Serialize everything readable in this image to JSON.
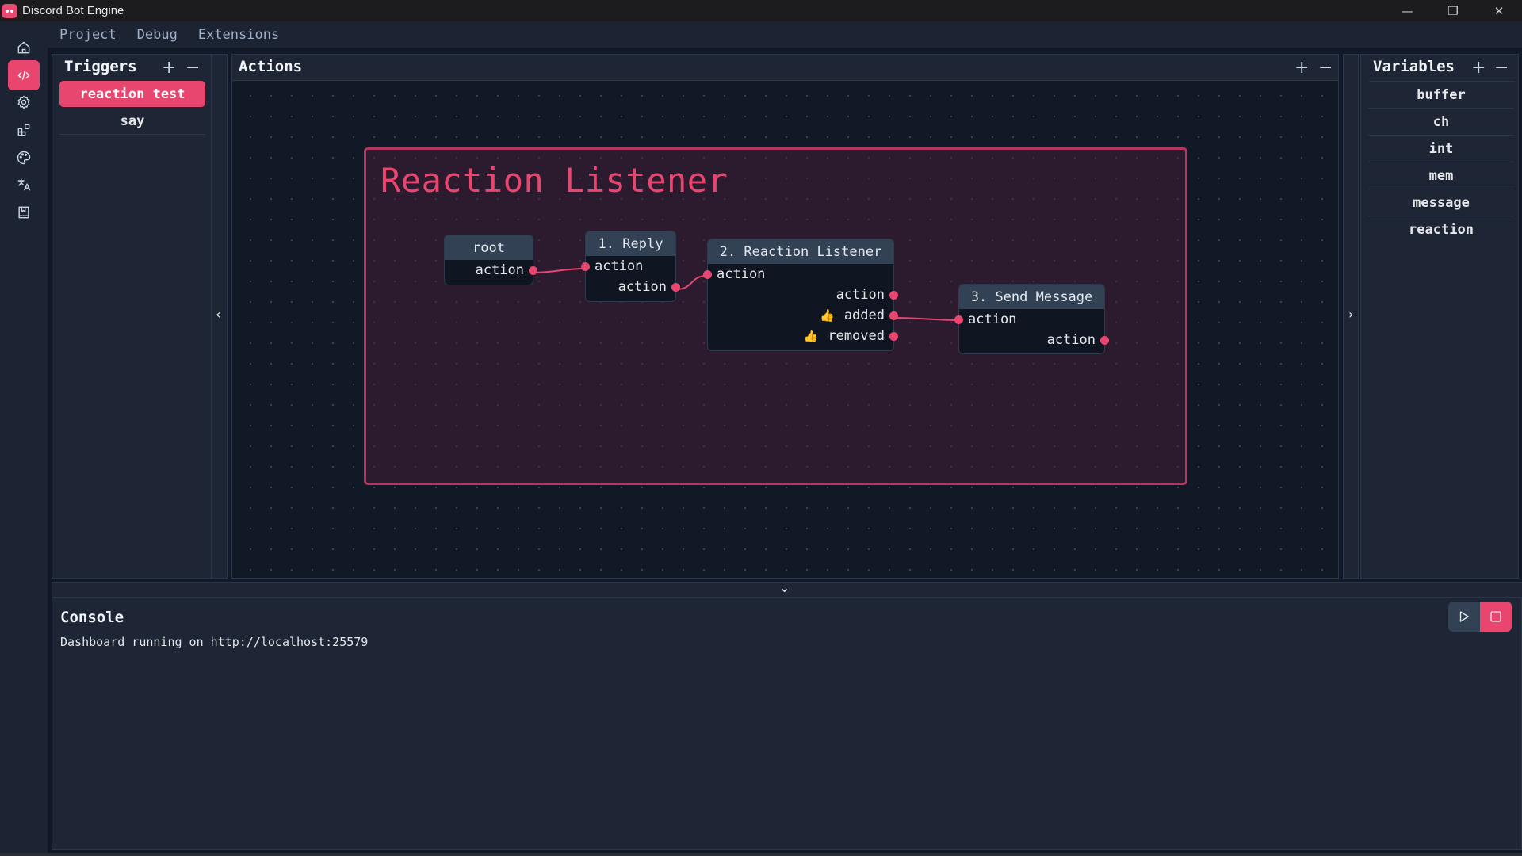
{
  "window": {
    "title": "Discord Bot Engine",
    "controls": {
      "minimize": "—",
      "restore": "❐",
      "close": "✕"
    }
  },
  "rail": {
    "items": [
      {
        "name": "home",
        "icon": "home-icon",
        "active": false
      },
      {
        "name": "code",
        "icon": "code-icon",
        "active": true
      },
      {
        "name": "settings",
        "icon": "gear-icon",
        "active": false
      },
      {
        "name": "extensions",
        "icon": "blocks-icon",
        "active": false
      },
      {
        "name": "theme",
        "icon": "palette-icon",
        "active": false
      },
      {
        "name": "language",
        "icon": "translate-icon",
        "active": false
      },
      {
        "name": "docs",
        "icon": "book-icon",
        "active": false
      }
    ]
  },
  "menu": {
    "items": [
      "Project",
      "Debug",
      "Extensions"
    ]
  },
  "triggers": {
    "title": "Triggers",
    "add": "+",
    "remove": "−",
    "items": [
      {
        "label": "reaction test",
        "active": true
      },
      {
        "label": "say",
        "active": false
      }
    ]
  },
  "actions": {
    "title": "Actions",
    "add": "+",
    "remove": "−",
    "left_toggle": "‹",
    "right_toggle": "›",
    "group": {
      "title": "Reaction Listener",
      "color": "#e8456f"
    },
    "nodes": {
      "root": {
        "title": "root",
        "outputs": [
          "action"
        ]
      },
      "reply": {
        "title": "1. Reply",
        "inputs": [
          "action"
        ],
        "outputs": [
          "action"
        ]
      },
      "listener": {
        "title": "2. Reaction Listener",
        "inputs": [
          "action"
        ],
        "outputs": [
          "action",
          "added",
          "removed"
        ],
        "output_emoji": [
          "",
          "👍",
          "👍"
        ]
      },
      "send": {
        "title": "3. Send Message",
        "inputs": [
          "action"
        ],
        "outputs": [
          "action"
        ]
      }
    }
  },
  "variables": {
    "title": "Variables",
    "add": "+",
    "remove": "−",
    "items": [
      "buffer",
      "ch",
      "int",
      "mem",
      "message",
      "reaction"
    ]
  },
  "console": {
    "toggle": "⌄",
    "title": "Console",
    "lines": [
      "Dashboard running on http://localhost:25579"
    ],
    "play_icon": "play-icon",
    "stop_icon": "stop-icon"
  },
  "colors": {
    "accent": "#e8456f",
    "panel": "#1e2535",
    "canvas": "#111826"
  }
}
